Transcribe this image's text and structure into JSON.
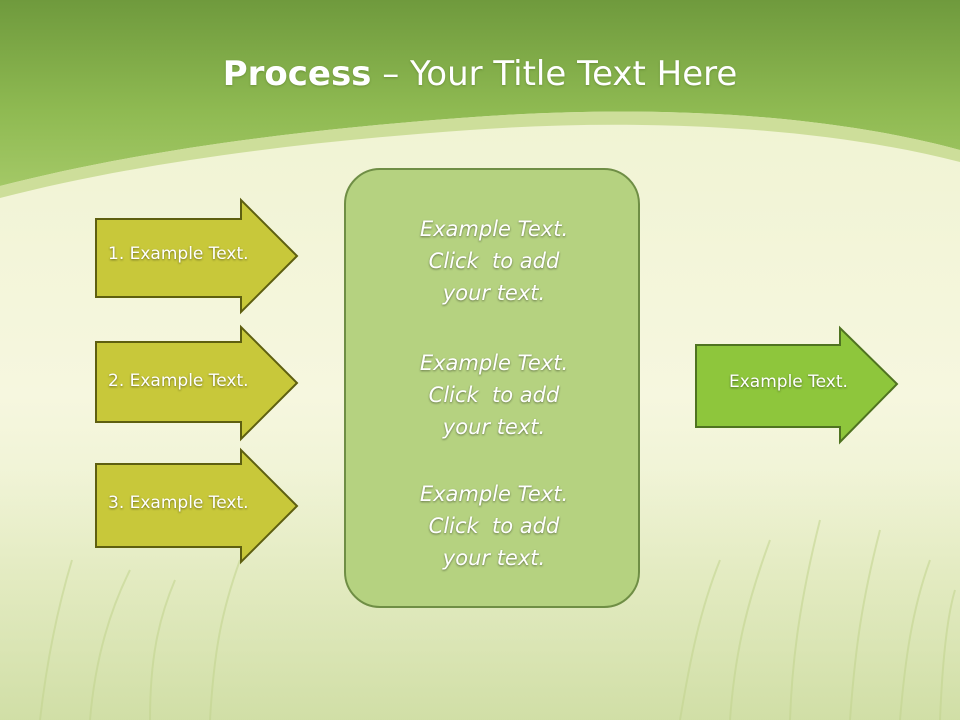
{
  "title": {
    "bold": "Process",
    "rest": " – Your Title Text Here"
  },
  "left_arrows": [
    {
      "label": "1. Example Text."
    },
    {
      "label": "2. Example Text."
    },
    {
      "label": "3. Example Text."
    }
  ],
  "center_box": {
    "blocks": [
      {
        "lines": [
          "Example Text.",
          "Click  to add",
          "your text."
        ]
      },
      {
        "lines": [
          "Example Text.",
          "Click  to add",
          "your text."
        ]
      },
      {
        "lines": [
          "Example Text.",
          "Click  to add",
          "your text."
        ]
      }
    ]
  },
  "output_arrow": {
    "label": "Example Text."
  },
  "colors": {
    "header_green": "#8fba52",
    "left_arrow_fill": "#c8c83a",
    "left_arrow_border": "#5e5f10",
    "center_fill": "#b5d280",
    "center_border": "#6f8e45",
    "output_arrow_fill": "#8ec63c",
    "output_arrow_border": "#4f7320"
  }
}
